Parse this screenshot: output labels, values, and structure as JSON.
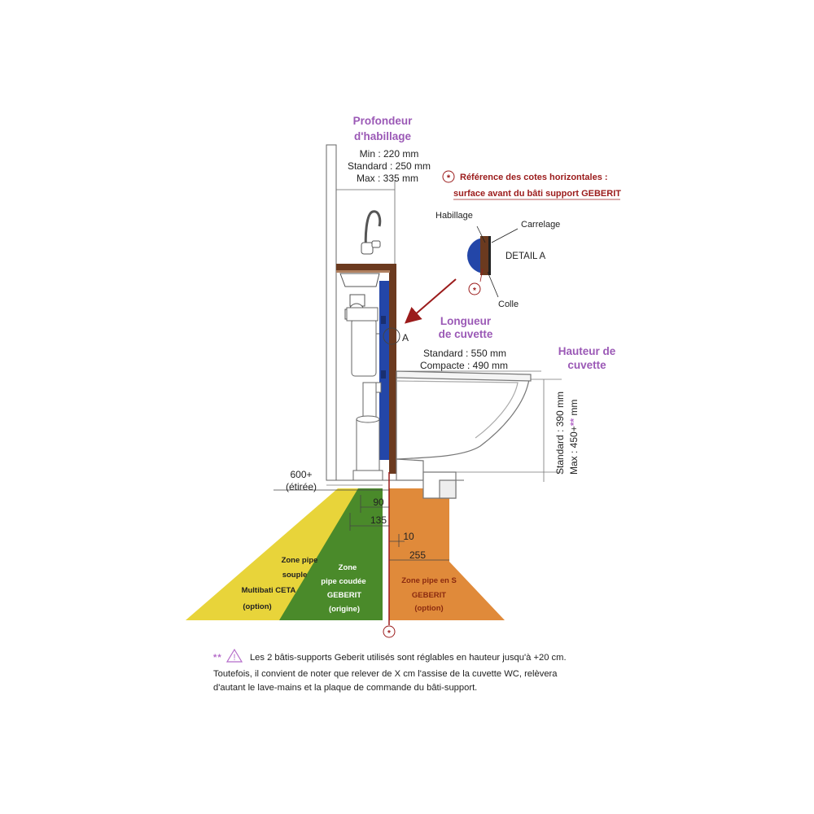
{
  "depth": {
    "title_line1": "Profondeur",
    "title_line2": "d'habillage",
    "min": "Min : 220 mm",
    "std": "Standard : 250 mm",
    "max": "Max : 335 mm"
  },
  "reference": {
    "star": "*",
    "line1": "Référence des cotes horizontales :",
    "line2": "surface avant du bâti support GEBERIT"
  },
  "detail": {
    "habillage": "Habillage",
    "carrelage": "Carrelage",
    "title": "DETAIL A",
    "colle": "Colle",
    "star": "*",
    "marker": "A"
  },
  "length": {
    "title_line1": "Longueur",
    "title_line2": "de cuvette",
    "std": "Standard : 550 mm",
    "compact": "Compacte : 490 mm"
  },
  "height": {
    "title_line1": "Hauteur de",
    "title_line2": "cuvette",
    "std": "Standard : 390 mm",
    "max_prefix": "Max : 450+",
    "max_stars": "**",
    "max_suffix": " mm"
  },
  "dims": {
    "d600_line1": "600+",
    "d600_line2": "(étirée)",
    "d90": "90",
    "d135": "135",
    "d10": "10",
    "d255": "255"
  },
  "zones": {
    "yellow": [
      "Zone pipe",
      "souple",
      "Multibati CETA",
      "(option)"
    ],
    "green": [
      "Zone",
      "pipe coudée",
      "GEBERIT",
      "(origine)"
    ],
    "orange": [
      "Zone pipe en S",
      "GEBERIT",
      "(option)"
    ],
    "bottom_star": "*"
  },
  "note": {
    "stars": "**",
    "line1": "Les 2 bâtis-supports Geberit utilisés sont réglables en hauteur jusqu'à +20 cm.",
    "line2": "Toutefois, il convient de noter que relever de X cm l'assise de la cuvette WC, relèvera",
    "line3": "d'autant le lave-mains et la plaque de commande du bâti-support."
  },
  "colors": {
    "purple": "#9b59b6",
    "red": "#9b1b1b",
    "yellow_zone": "#e8d43a",
    "green_zone": "#4a8a2a",
    "orange_zone": "#e08a3a",
    "frame_blue": "#2346a8",
    "cladding_brown": "#6b3a1f"
  }
}
